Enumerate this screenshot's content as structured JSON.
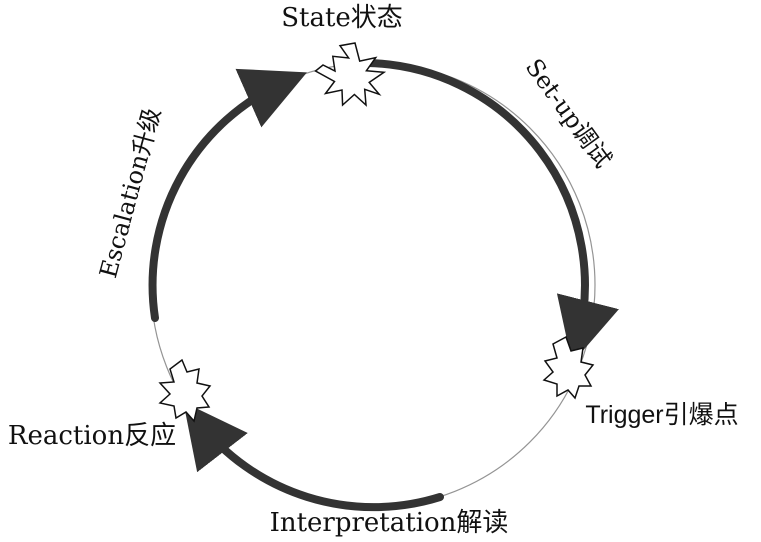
{
  "stages": {
    "state": "State状态",
    "setup": "Set-up调试",
    "trigger": "Trigger引爆点",
    "interpretation": "Interpretation解读",
    "reaction": "Reaction反应",
    "escalation": "Escalation升级"
  },
  "colors": {
    "stroke": "#333333",
    "text": "#111111",
    "background": "#ffffff"
  }
}
